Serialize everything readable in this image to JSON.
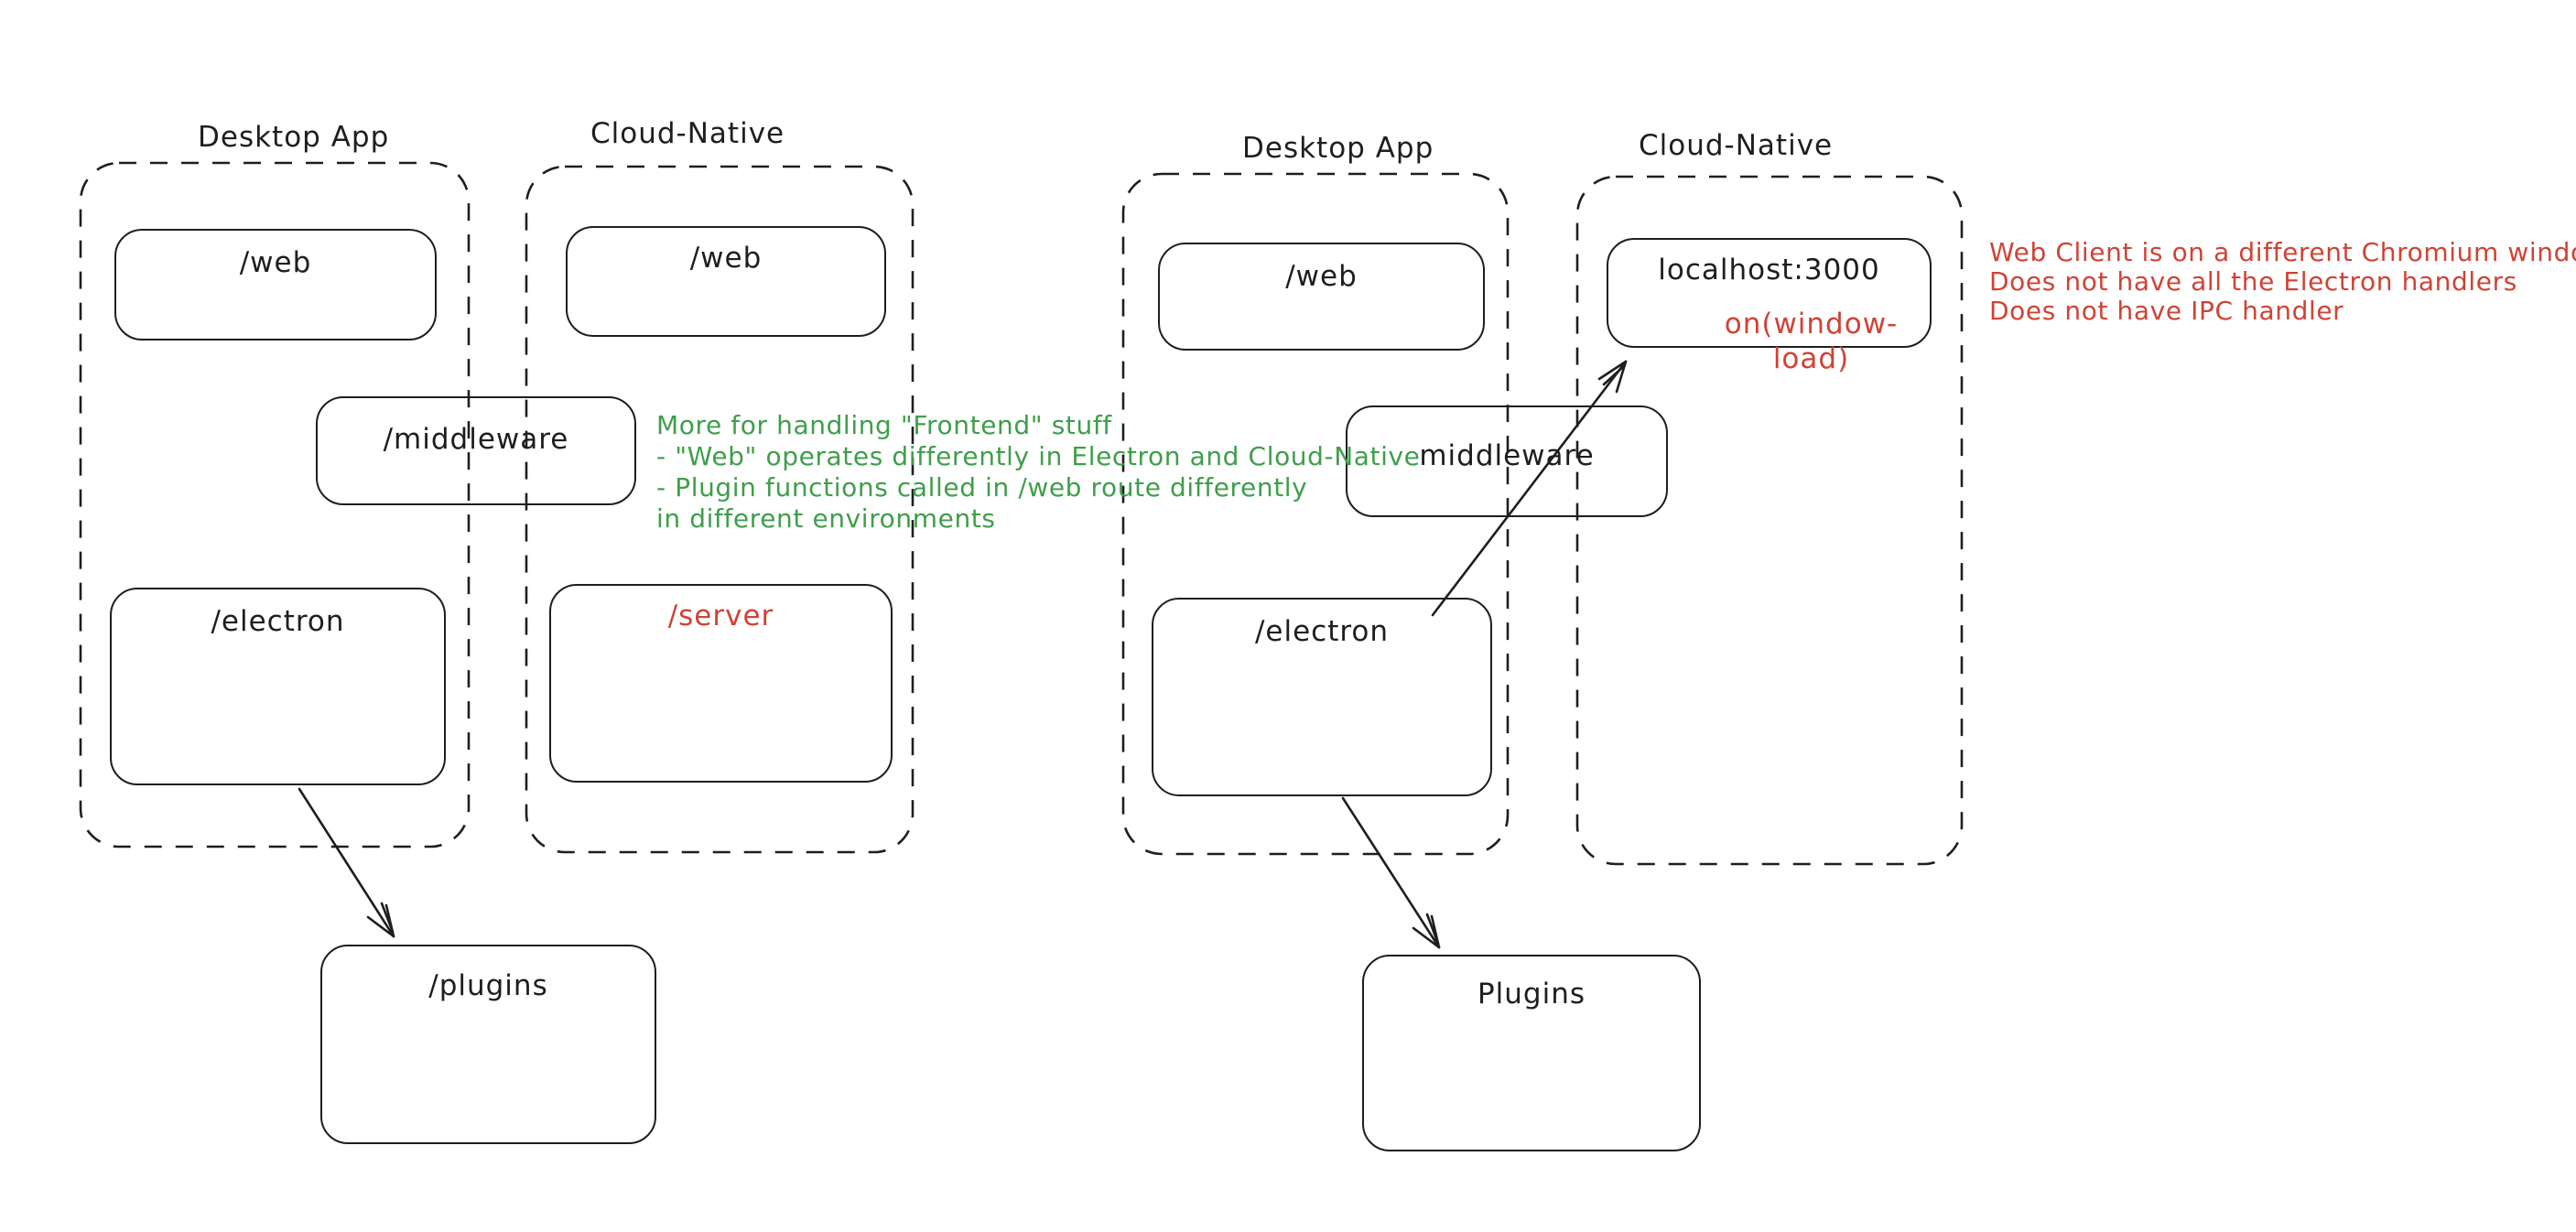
{
  "colors": {
    "stroke": "#1e1e1e",
    "red": "#cf4335",
    "green": "#3f9e4a",
    "background": "#ffffff"
  },
  "diagram_left": {
    "desktop_app": {
      "title": "Desktop App",
      "web_label": "/web",
      "electron_label": "/electron"
    },
    "cloud_native": {
      "title": "Cloud-Native",
      "web_label": "/web",
      "server_label": "/server"
    },
    "middleware_label": "/middleware",
    "plugins_label": "/plugins",
    "green_note": {
      "lines": [
        "More for handling \"Frontend\" stuff",
        "- \"Web\" operates differently in Electron and Cloud-Native",
        "- Plugin functions called in /web route differently",
        "in different environments"
      ]
    }
  },
  "diagram_right": {
    "desktop_app": {
      "title": "Desktop App",
      "web_label": "/web",
      "electron_label": "/electron"
    },
    "cloud_native": {
      "title": "Cloud-Native",
      "localhost_label": "localhost:3000",
      "window_load_label": "on(window-load)"
    },
    "middleware_label": "middleware",
    "plugins_label": "Plugins",
    "red_note": {
      "lines": [
        "Web Client is on a different Chromium window",
        "Does not have all the Electron handlers",
        "Does not have IPC handler"
      ]
    }
  }
}
